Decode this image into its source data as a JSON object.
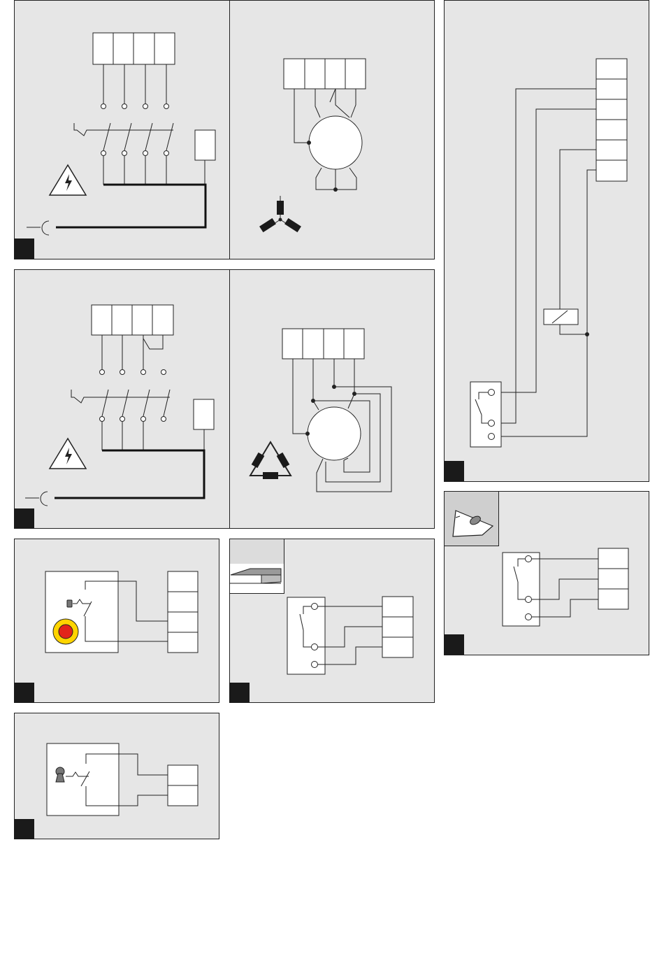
{
  "diagram": {
    "labels": [],
    "colors": {
      "panel_bg": "#e6e6e6",
      "line": "#222222",
      "warning_fill": "#ffffff",
      "stop_button_red": "#e2231a",
      "stop_button_ring": "#ffd400",
      "tag_black": "#1a1a1a"
    },
    "figures": [
      {
        "id": "three-phase-supply-four-pole-switch",
        "icons": [
          "high-voltage-warning-icon",
          "plug-icon"
        ]
      },
      {
        "id": "motor-star-connection",
        "icons": [
          "star-connection-icon"
        ]
      },
      {
        "id": "three-phase-supply-with-bridged-neutral",
        "icons": [
          "high-voltage-warning-icon",
          "plug-icon"
        ]
      },
      {
        "id": "motor-delta-connection",
        "icons": [
          "delta-connection-icon"
        ]
      },
      {
        "id": "relay-control-wiring",
        "icons": [
          "relay-coil-icon",
          "changeover-switch-icon"
        ]
      },
      {
        "id": "emergency-stop-wiring",
        "icons": [
          "emergency-stop-button-icon",
          "key-switch-icon"
        ]
      },
      {
        "id": "safety-edge-switch-wiring",
        "icons": [
          "safety-edge-icon"
        ]
      },
      {
        "id": "foot-switch-wiring",
        "icons": [
          "foot-switch-icon"
        ]
      },
      {
        "id": "key-switch-wiring",
        "icons": [
          "keyhole-icon"
        ]
      }
    ]
  }
}
